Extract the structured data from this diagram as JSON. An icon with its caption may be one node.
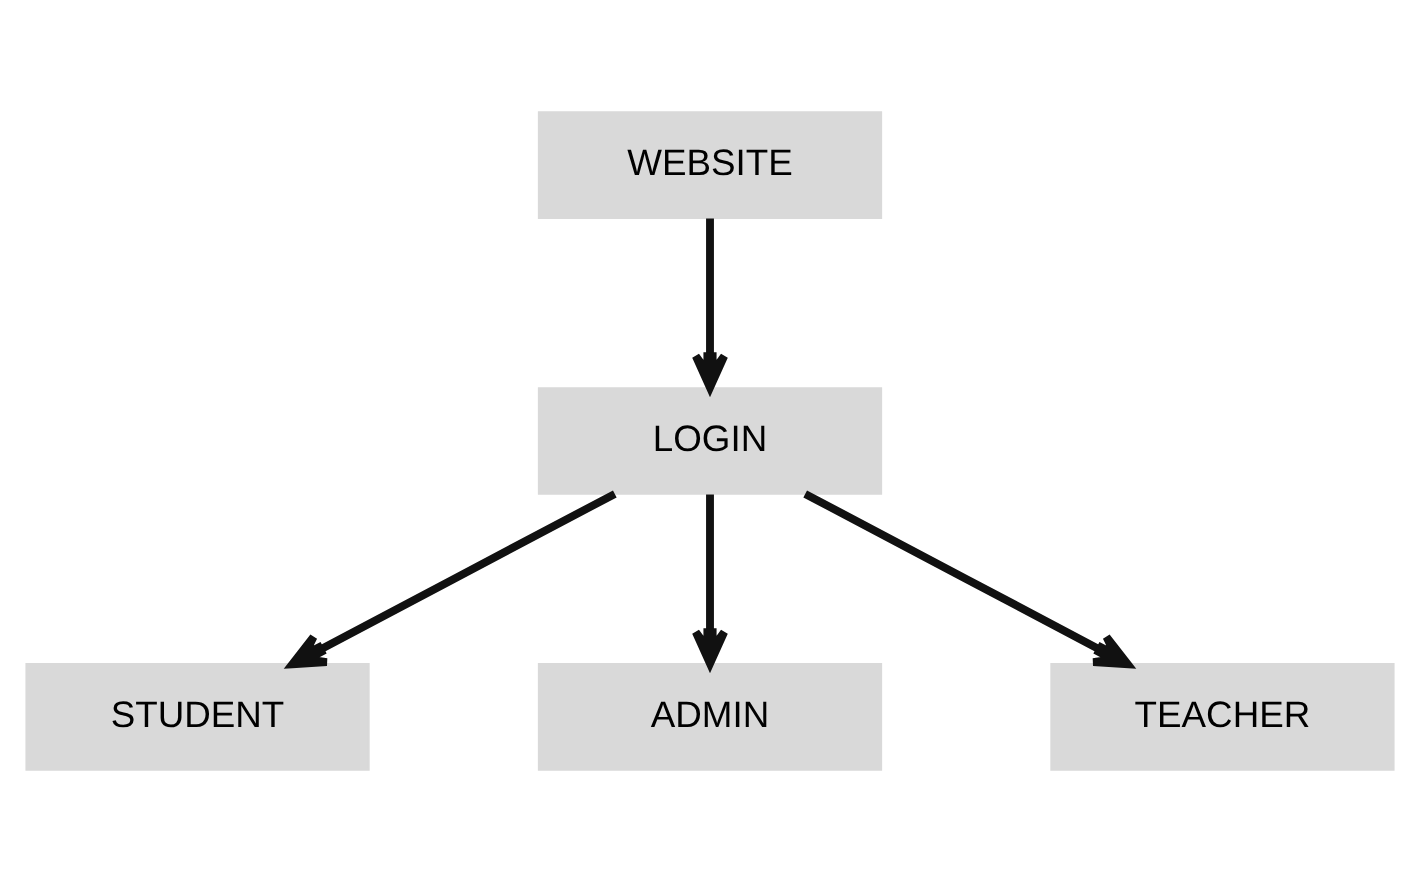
{
  "diagram": {
    "nodes": [
      {
        "text": [
          "WEBSITE"
        ]
      },
      {
        "text": [
          "LOGIN"
        ]
      },
      {
        "text": [
          "STUDENT"
        ]
      },
      {
        "text": [
          "ADMIN"
        ]
      },
      {
        "text": [
          "TEACHER"
        ]
      }
    ],
    "edges": [
      {
        "from": 0,
        "to": 1,
        "arrow": "to"
      },
      {
        "from": 1,
        "to": 2,
        "arrow": "to"
      },
      {
        "from": 1,
        "to": 3,
        "arrow": "to"
      },
      {
        "from": 1,
        "to": 4,
        "arrow": "to"
      }
    ]
  }
}
